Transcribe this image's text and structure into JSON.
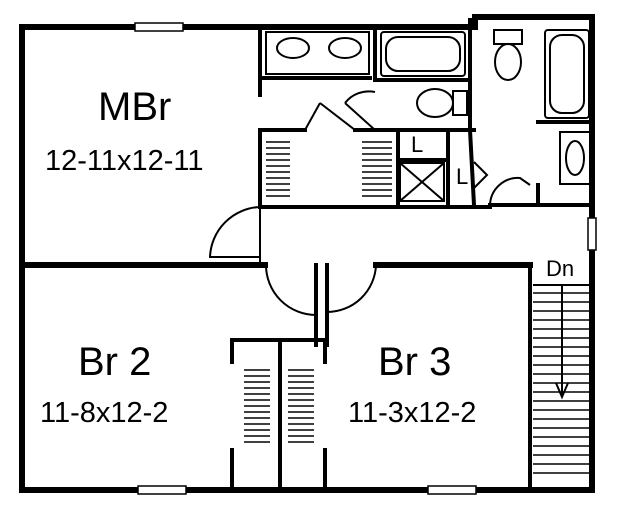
{
  "rooms": {
    "master": {
      "name": "MBr",
      "dims": "12-11x12-11"
    },
    "bedroom2": {
      "name": "Br 2",
      "dims": "11-8x12-2"
    },
    "bedroom3": {
      "name": "Br 3",
      "dims": "11-3x12-2"
    }
  },
  "labels": {
    "linen1": "L",
    "linen2": "L",
    "stairs": "Dn"
  }
}
